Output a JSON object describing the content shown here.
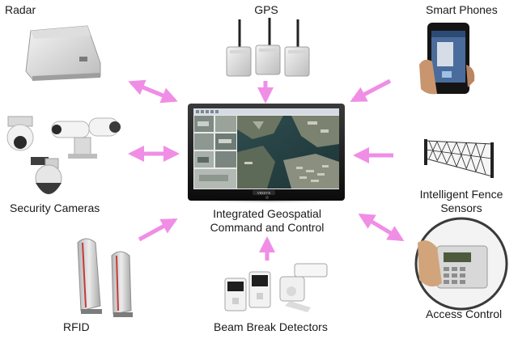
{
  "diagram": {
    "hub": {
      "label_line1": "Integrated Geospatial",
      "label_line2": "Command and Control",
      "brand_logo_text": "VIDSYS"
    },
    "nodes": [
      {
        "id": "radar",
        "label": "Radar"
      },
      {
        "id": "gps",
        "label": "GPS"
      },
      {
        "id": "smart-phones",
        "label": "Smart Phones"
      },
      {
        "id": "security-cameras",
        "label": "Security Cameras"
      },
      {
        "id": "intelligent-fence-sensors",
        "label_line1": "Intelligent Fence",
        "label_line2": "Sensors"
      },
      {
        "id": "rfid",
        "label": "RFID"
      },
      {
        "id": "beam-break-detectors",
        "label": "Beam Break Detectors"
      },
      {
        "id": "access-control",
        "label": "Access Control"
      }
    ],
    "connector_color": "#f08ee6"
  }
}
